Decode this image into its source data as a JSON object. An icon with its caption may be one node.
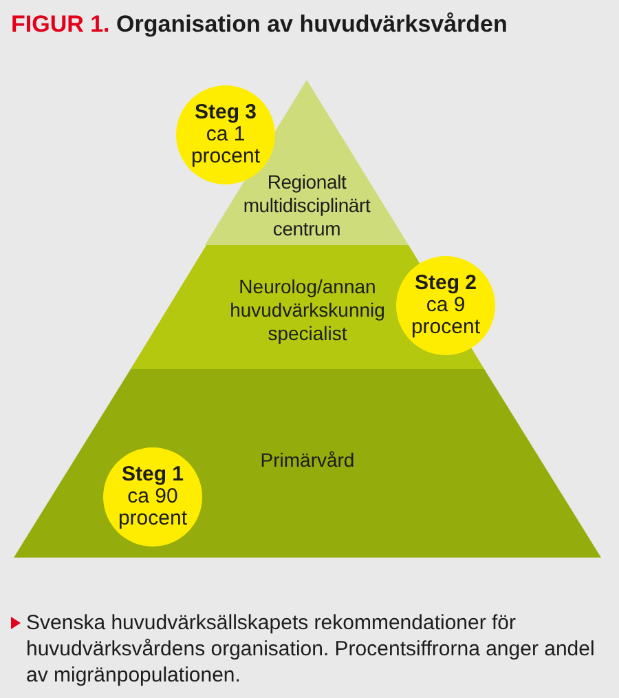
{
  "diagram": {
    "title": "**FIGUR 1.** Organisation av huvudvärksvården",
    "caption": "Svenska huvudvärksällskapets rekommendationer för huvudvärksvårdens organisation. Procentsiffrorna anger andel av migränpopulationen.",
    "nodes": [
      {
        "text": [
          "Steg 3",
          "ca 1 procent"
        ]
      },
      {
        "text": [
          "Regionalt multidisciplinärt centrum"
        ]
      },
      {
        "text": [
          "Neurolog/annan huvudvärkskunnig specialist"
        ]
      },
      {
        "text": [
          "Steg 2",
          "ca 9 procent"
        ]
      },
      {
        "text": [
          "Primärvård"
        ]
      },
      {
        "text": [
          "Steg 1",
          "ca 90 procent"
        ],
        "in": 4
      }
    ]
  }
}
